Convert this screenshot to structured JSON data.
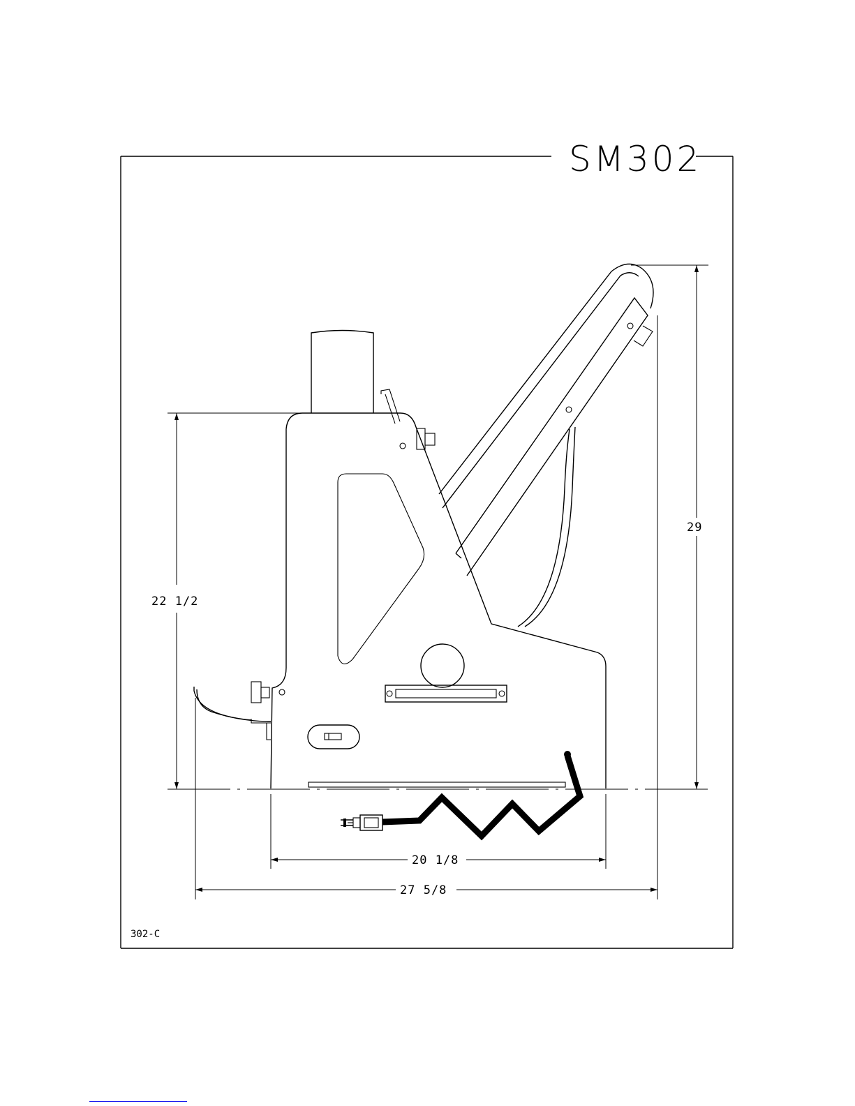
{
  "drawing": {
    "model": "SM302",
    "code": "302-C",
    "dimensions": {
      "base_height": "22 1/2",
      "overall_height": "29",
      "base_width": "20 1/8",
      "overall_width": "27 5/8"
    }
  }
}
